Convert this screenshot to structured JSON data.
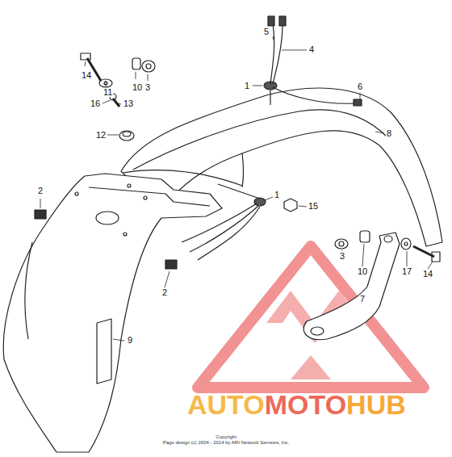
{
  "diagram": {
    "labels": [
      "14",
      "11",
      "10",
      "3",
      "16",
      "13",
      "12",
      "5",
      "4",
      "1",
      "6",
      "8",
      "2",
      "1",
      "15",
      "2",
      "9",
      "3",
      "10",
      "17",
      "14",
      "7",
      "AUTO",
      "MOTO",
      "HUB",
      "Copyright",
      "Page design (c) 2004 - 2014 by ARI Network Services, Inc."
    ]
  }
}
